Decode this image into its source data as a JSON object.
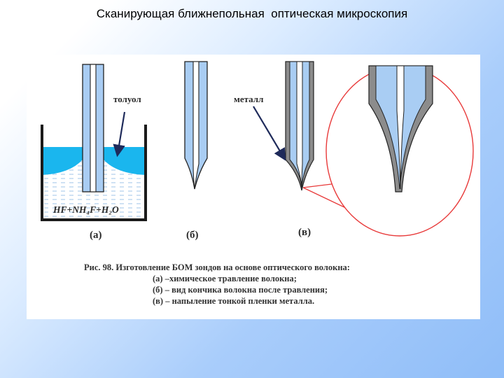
{
  "slide": {
    "title": "Сканирующая ближнепольная  оптическая микроскопия"
  },
  "figure": {
    "labels": {
      "toluene": "толуол",
      "metal": "металл",
      "solution": "HF+NH₄F+H₂O",
      "panel_a": "(а)",
      "panel_b": "(б)",
      "panel_c": "(в)"
    },
    "caption": {
      "line1": "Рис. 98. Изготовление БОМ зондов на основе оптического волокна:",
      "line2": "(а) –химическое травление волокна;",
      "line3": "(б) – вид кончика волокна после травления;",
      "line4": "(в) – напыление тонкой пленки металла."
    },
    "colors": {
      "fiber": "#a9cdf3",
      "liquid": "#1ab6ee",
      "metal": "#8c8c8c",
      "magnifier": "#e83a3a",
      "outline": "#222222"
    }
  }
}
